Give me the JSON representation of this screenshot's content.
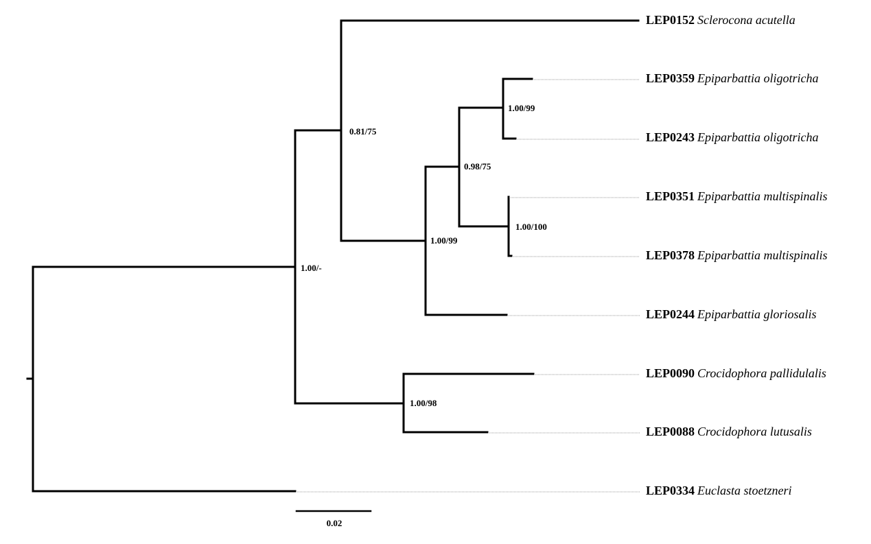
{
  "taxa": [
    {
      "code": "LEP0152",
      "species": "Sclerocona acutella"
    },
    {
      "code": "LEP0359",
      "species": "Epiparbattia oligotricha"
    },
    {
      "code": "LEP0243",
      "species": "Epiparbattia oligotricha"
    },
    {
      "code": "LEP0351",
      "species": "Epiparbattia multispinalis"
    },
    {
      "code": "LEP0378",
      "species": "Epiparbattia multispinalis"
    },
    {
      "code": "LEP0244",
      "species": "Epiparbattia gloriosalis"
    },
    {
      "code": "LEP0090",
      "species": "Crocidophora pallidulalis"
    },
    {
      "code": "LEP0088",
      "species": "Crocidophora lutusalis"
    },
    {
      "code": "LEP0334",
      "species": "Euclasta stoetzneri"
    }
  ],
  "support": {
    "n_oligo": "1.00/99",
    "n_multi": "1.00/100",
    "n_epip_inner": "0.98/75",
    "n_epip": "1.00/99",
    "n_sclero_epip": "0.81/75",
    "n_ingroup": "1.00/-",
    "n_crocido": "1.00/98"
  },
  "scale_bar": {
    "label": "0.02"
  },
  "colors": {
    "branch": "#000000",
    "leader": "#9a9a9a"
  }
}
